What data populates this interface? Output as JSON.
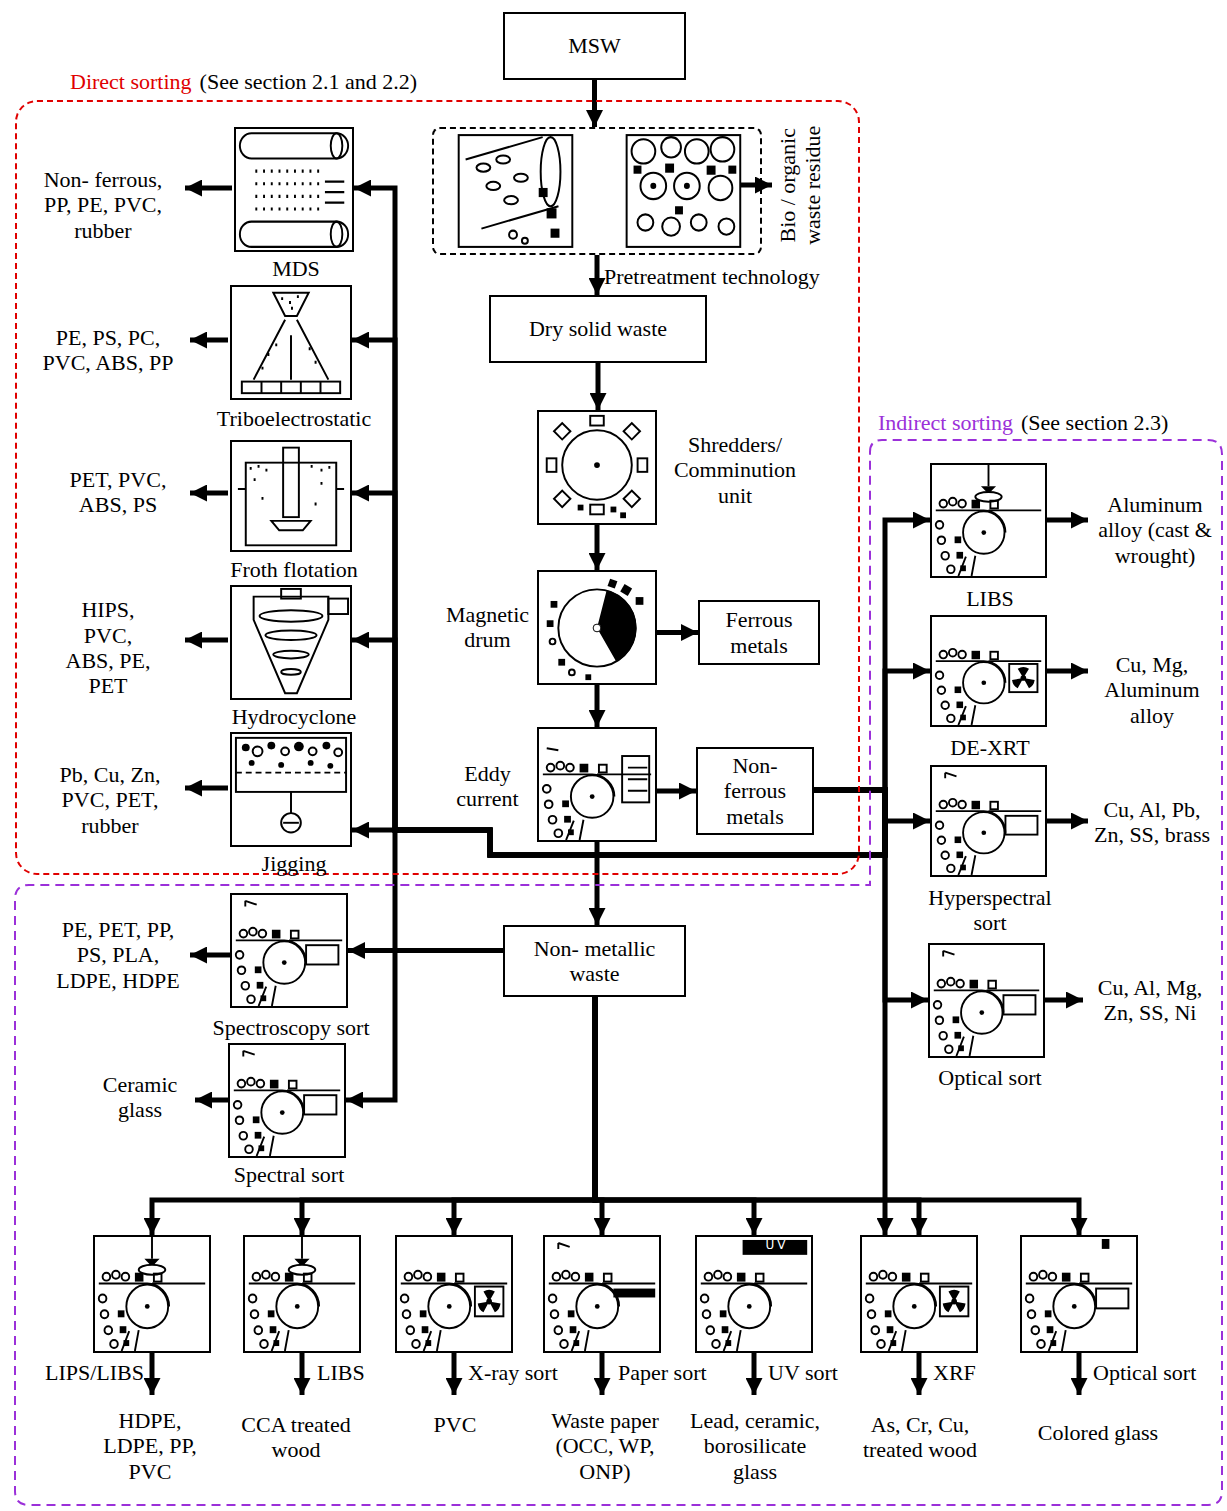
{
  "diagram": {
    "nodes": [
      {
        "text": [
          "MSW"
        ]
      },
      {
        "text": [
          "Direct sorting",
          "(See section 2.1 and 2.2)"
        ]
      },
      {
        "text": [
          "Pretreatment technology"
        ],
        "in": 1
      },
      {
        "text": [
          "Dry solid waste"
        ],
        "in": 1
      },
      {
        "text": [
          "Shredders/ Comminution unit"
        ],
        "in": 1
      },
      {
        "text": [
          "Magnetic drum"
        ],
        "in": 1
      },
      {
        "text": [
          "Ferrous metals"
        ],
        "in": 1
      },
      {
        "text": [
          "Eddy current"
        ],
        "in": 1
      },
      {
        "text": [
          "Non- ferrous metals"
        ],
        "in": 1
      },
      {
        "text": [
          "MDS"
        ],
        "in": 1
      },
      {
        "text": [
          "Triboelectrostatic"
        ],
        "in": 1
      },
      {
        "text": [
          "Froth flotation"
        ],
        "in": 1
      },
      {
        "text": [
          "Hydrocyclone"
        ],
        "in": 1
      },
      {
        "text": [
          "Jigging"
        ],
        "in": 1
      },
      {
        "text": [
          "Indirect sorting",
          "(See section 2.3)"
        ]
      },
      {
        "text": [
          "LIBS"
        ],
        "in": 14
      },
      {
        "text": [
          "DE-XRT"
        ],
        "in": 14
      },
      {
        "text": [
          "Hyperspectral sort"
        ],
        "in": 14
      },
      {
        "text": [
          "Optical sort"
        ],
        "in": 14
      },
      {
        "text": [
          "Non- metallic waste"
        ],
        "in": 14
      },
      {
        "text": [
          "Spectroscopy sort"
        ],
        "in": 14
      },
      {
        "text": [
          "Spectral sort"
        ],
        "in": 14
      },
      {
        "text": [
          "LIPS/LIBS"
        ],
        "in": 14
      },
      {
        "text": [
          "LIBS"
        ],
        "in": 14
      },
      {
        "text": [
          "X-ray sort"
        ],
        "in": 14
      },
      {
        "text": [
          "Paper sort"
        ],
        "in": 14
      },
      {
        "text": [
          "UV sort"
        ],
        "in": 14
      },
      {
        "text": [
          "XRF"
        ],
        "in": 14
      },
      {
        "text": [
          "Optical sort"
        ],
        "in": 14
      }
    ],
    "edges": [
      {
        "from": 0,
        "to": 2,
        "arrow": "to"
      },
      {
        "from": 2,
        "to": 3,
        "arrow": "to"
      },
      {
        "from": 3,
        "to": 4,
        "arrow": "to"
      },
      {
        "from": 4,
        "to": 5,
        "arrow": "to"
      },
      {
        "from": 5,
        "to": 6,
        "arrow": "to"
      },
      {
        "from": 5,
        "to": 7,
        "arrow": "to"
      },
      {
        "from": 7,
        "to": 8,
        "arrow": "to"
      },
      {
        "from": 7,
        "to": 19,
        "arrow": "to"
      },
      {
        "from": 8,
        "to": 15,
        "arrow": "to"
      },
      {
        "from": 8,
        "to": 16,
        "arrow": "to"
      },
      {
        "from": 8,
        "to": 17,
        "arrow": "to"
      },
      {
        "from": 8,
        "to": 18,
        "arrow": "to"
      },
      {
        "from": 8,
        "to": 27,
        "arrow": "to"
      },
      {
        "from": 8,
        "to": 13,
        "arrow": "to"
      },
      {
        "from": 8,
        "to": 9,
        "arrow": "to"
      },
      {
        "from": 8,
        "to": 10,
        "arrow": "to"
      },
      {
        "from": 8,
        "to": 11,
        "arrow": "to"
      },
      {
        "from": 8,
        "to": 12,
        "arrow": "to"
      },
      {
        "from": 8,
        "to": 21,
        "arrow": "to"
      },
      {
        "from": 19,
        "to": 20,
        "arrow": "to"
      },
      {
        "from": 19,
        "to": 22,
        "arrow": "to"
      },
      {
        "from": 19,
        "to": 23,
        "arrow": "to"
      },
      {
        "from": 19,
        "to": 24,
        "arrow": "to"
      },
      {
        "from": 19,
        "to": 25,
        "arrow": "to"
      },
      {
        "from": 19,
        "to": 26,
        "arrow": "to"
      },
      {
        "from": 19,
        "to": 27,
        "arrow": "to"
      },
      {
        "from": 19,
        "to": 28,
        "arrow": "to"
      }
    ],
    "labels": [
      "Bio / organic waste residue",
      "Non- ferrous, PP, PE, PVC, rubber",
      "PE, PS, PC, PVC, ABS, PP",
      "PET, PVC, ABS, PS",
      "HIPS, PVC, ABS, PE, PET",
      "Pb, Cu, Zn, PVC, PET, rubber",
      "Aluminum alloy (cast & wrought)",
      "Cu, Mg, Aluminum alloy",
      "Cu, Al, Pb, Zn, SS, brass",
      "Cu, Al, Mg, Zn, SS, Ni",
      "PE, PET, PP, PS, PLA, LDPE, HDPE",
      "Ceramic glass",
      "UV",
      "HDPE, LDPE, PP, PVC",
      "CCA treated wood",
      "PVC",
      "Waste paper (OCC, WP, ONP)",
      "Lead, ceramic, borosilicate glass",
      "As, Cr, Cu, treated wood",
      "Colored glass"
    ]
  }
}
